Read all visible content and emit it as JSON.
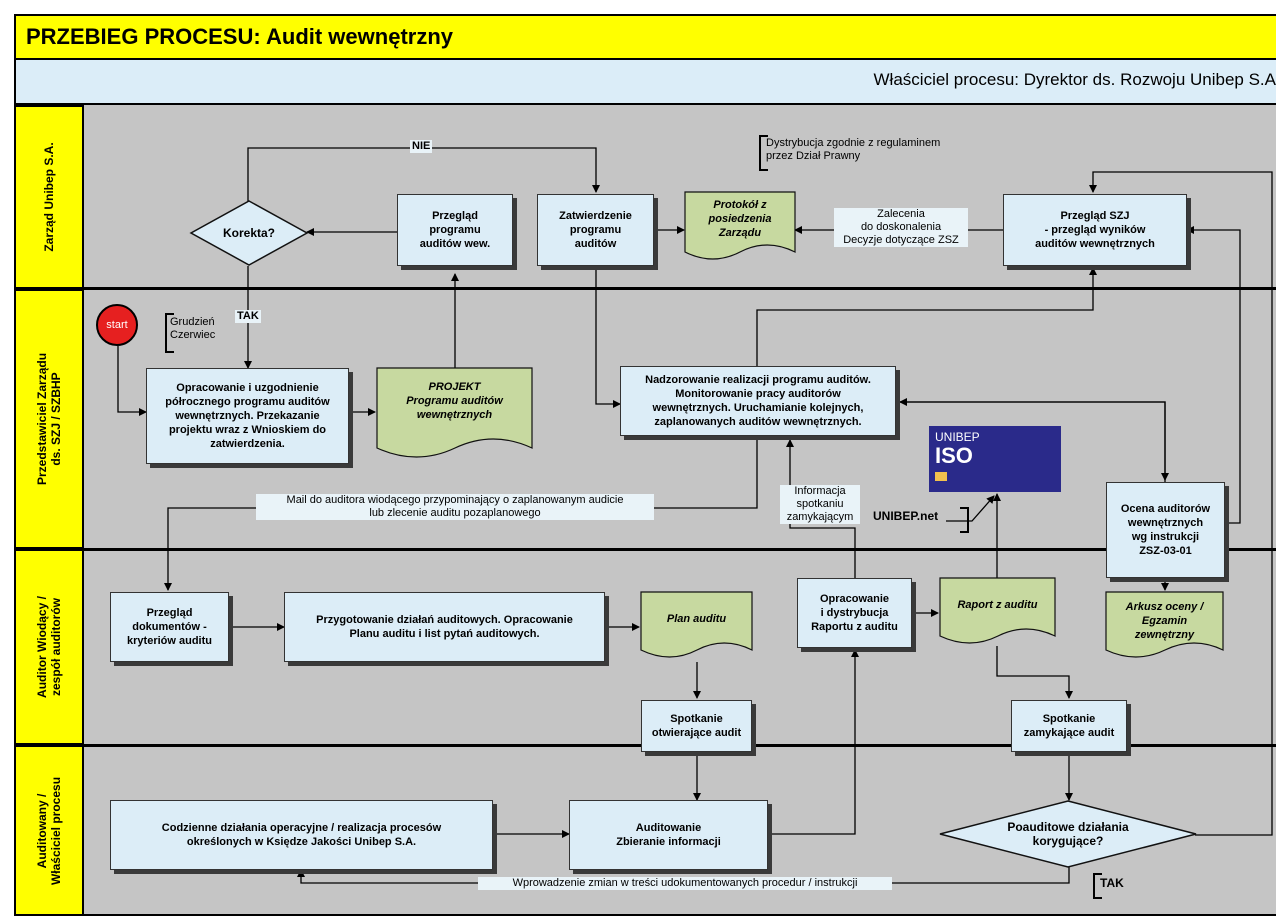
{
  "header": {
    "title": "PRZEBIEG PROCESU: Audit wewnętrzny",
    "owner": "Właściciel procesu: Dyrektor ds. Rozwoju Unibep S.A"
  },
  "lanes": [
    "Zarząd Unibep S.A.",
    "Przedstawiciel Zarządu\nds. SZJ / SZBHP",
    "Auditor Wiodący /\nzespół auditorów",
    "Auditowany /\nWłaściciel procesu"
  ],
  "start": "start",
  "start_note": "Grudzień\nCzerwiec",
  "decisions": {
    "korekta": "Korekta?",
    "poauditowe": "Poauditowe działania\nkorygujące?"
  },
  "processes": {
    "przeglad_programu": "Przegląd\nprogramu\nauditów wew.",
    "zatwierdzenie": "Zatwierdzenie\nprogramu\nauditów",
    "przeglad_szj": "Przegląd SZJ\n- przegląd wyników\nauditów wewnętrznych",
    "opracowanie": "Opracowanie i uzgodnienie\npółrocznego programu auditów\nwewnętrznych. Przekazanie\nprojektu wraz z Wnioskiem do\nzatwierdzenia.",
    "nadzorowanie": "Nadzorowanie realizacji programu auditów.\nMonitorowanie pracy auditorów\nwewnętrznych. Uruchamianie kolejnych,\nzaplanowanych auditów wewnętrznych.",
    "ocena": "Ocena auditorów\nwewnętrznych\nwg instrukcji\nZSZ-03-01",
    "przeglad_dok": "Przegląd\ndokumentów -\nkryteriów auditu",
    "przygotowanie": "Przygotowanie działań auditowych. Opracowanie\nPlanu auditu i list pytań auditowych.",
    "raport_opr": "Opracowanie\ni dystrybucja\nRaportu z auditu",
    "spotkanie_otw": "Spotkanie\notwierające audit",
    "spotkanie_zam": "Spotkanie\nzamykające audit",
    "codzienne": "Codzienne działania operacyjne / realizacja procesów\nokreślonych w Księdze Jakości Unibep S.A.",
    "auditowanie": "Auditowanie\nZbieranie informacji"
  },
  "documents": {
    "protokol": "Protokół z\nposiedzenia\nZarządu",
    "projekt": "PROJEKT\nProgramu auditów\nwewnętrznych",
    "plan": "Plan auditu",
    "raport": "Raport z auditu",
    "arkusz": "Arkusz oceny /\nEgzamin\nzewnętrzny"
  },
  "labels": {
    "nie": "NIE",
    "tak_top": "TAK",
    "tak_bottom": "TAK",
    "dystrybucja": "Dystrybucja zgodnie z regulaminem\nprzez Dział Prawny",
    "zalecenia": "Zalecenia\ndo doskonalenia\nDecyzje dotyczące ZSZ",
    "mail": "Mail do auditora wiodącego przypominający o zaplanowanym audicie\nlub zlecenie auditu pozaplanowego",
    "informacja": "Informacja\nspotkaniu\nzamykającym",
    "unibep_net": "UNIBEP.net",
    "wprowadzenie": "Wprowadzenie zmian w treści udokumentowanych procedur / instrukcji"
  },
  "iso": {
    "brand": "UNIBEP",
    "name": "ISO"
  },
  "colors": {
    "title_bg": "#ffff00",
    "lane_bg": "#c5c5c5",
    "box_fill": "#dcedf7",
    "doc_fill": "#c7d9a0",
    "start_fill": "#e62020",
    "iso_bg": "#2a2a8a"
  }
}
